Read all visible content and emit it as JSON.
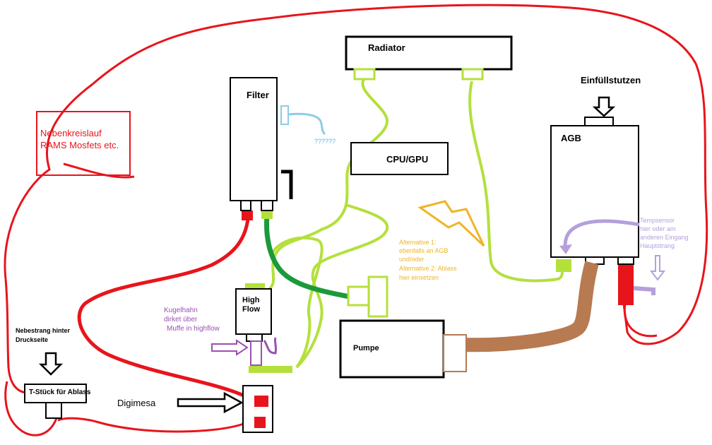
{
  "components": {
    "radiator": "Radiator",
    "filter": "Filter",
    "cpu_gpu": "CPU/GPU",
    "agb": "AGB",
    "einfuellstutzen": "Einfüllstutzen",
    "high_flow_line1": "High",
    "high_flow_line2": "Flow",
    "pumpe": "Pumpe",
    "t_stueck": "T-Stück für Ablass",
    "digimesa": "Digimesa"
  },
  "notes": {
    "nebenkreislauf_line1": "Nebenkreislauf",
    "nebenkreislauf_line2": "RAMS Mosfets etc.",
    "filter_question": "??????",
    "nebestrang_line1": "Nebestrang hinter",
    "nebestrang_line2": "Druckseite",
    "kugelhahn_line1": "Kugelhahn",
    "kugelhahn_line2": "dirket über",
    "kugelhahn_line3": "Muffe in highflow",
    "alternative_line1": "Alternative 1:",
    "alternative_line2": "ebenfalls an AGB",
    "alternative_line3": "und/oder",
    "alternative_line4": "Alternative 2: Ablass",
    "alternative_line5": "hier einsetzen",
    "tempsensor_line1": "Tempsensor",
    "tempsensor_line2": "hier oder am",
    "tempsensor_line3": "anderen Eingang",
    "tempsensor_line4": "Hauptstrang"
  },
  "colors": {
    "red_tube": "#e8141c",
    "green_tube": "#b4e03c",
    "dark_green_tube": "#1a9a3a",
    "brown_tube": "#b87a50",
    "purple": "#9a50b4",
    "light_purple": "#b4a0dc",
    "light_blue": "#8ccce4",
    "orange": "#f0b428"
  }
}
